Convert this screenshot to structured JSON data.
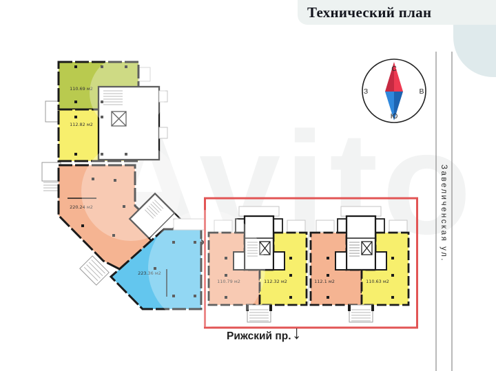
{
  "header": {
    "title": "Технический план"
  },
  "watermark": {
    "text": "Avito"
  },
  "compass": {
    "n": "С",
    "s": "Ю",
    "w": "З",
    "e": "В"
  },
  "streets": {
    "right": "Завеличенская ул.",
    "bottom": "Рижский пр.",
    "bottom_arrow": "↓"
  },
  "plan": {
    "highlight_color": "#e25555",
    "rooms": {
      "green": {
        "area": "110.69 м2",
        "color": "#b9ca4f"
      },
      "yellow_upper": {
        "area": "112.82 м2",
        "color": "#f7ef6d"
      },
      "orange_large": {
        "area": "220.24 м2",
        "color": "#f5b492"
      },
      "blue": {
        "area": "223.36 м2",
        "color": "#63c6ee"
      },
      "unit1_orange": {
        "area": "110.79 м2",
        "color": "#f5b492"
      },
      "unit1_yellow": {
        "area": "112.32 м2",
        "color": "#f7ef6d"
      },
      "unit2_orange": {
        "area": "112.1 м2",
        "color": "#f5b492"
      },
      "unit2_yellow": {
        "area": "110.63 м2",
        "color": "#f7ef6d"
      }
    }
  }
}
